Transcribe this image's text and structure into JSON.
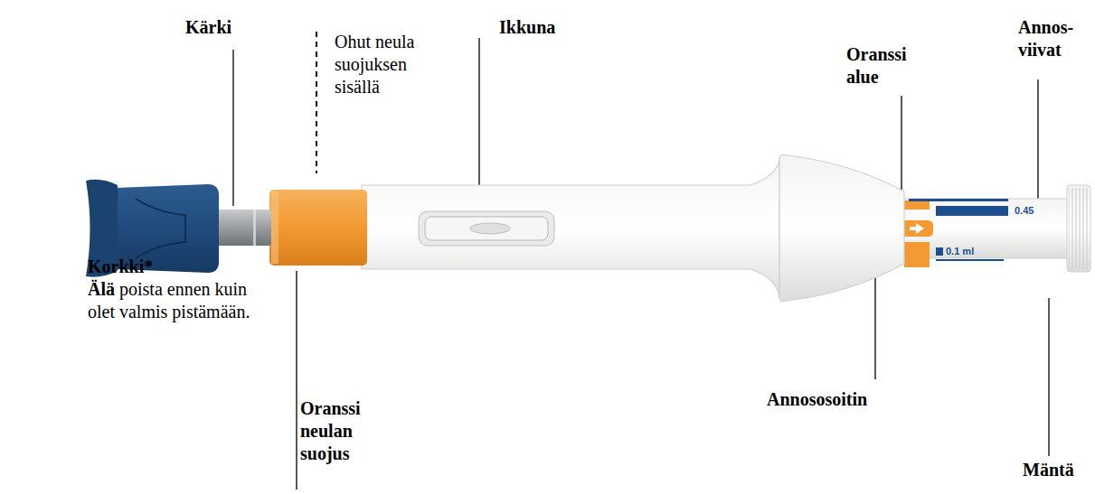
{
  "diagram": {
    "labels": [
      "Kärki",
      "Ohut neula suojuksen sisällä",
      "Ikkuna",
      "Oranssi alue",
      "Annos- viivat",
      "Korkki*",
      "Älä",
      "poista ennen kuin olet valmis pistämään.",
      "Oranssi neulan suojus",
      "Annososoitin",
      "Mäntä",
      "0.45",
      "0.1 ml"
    ]
  }
}
